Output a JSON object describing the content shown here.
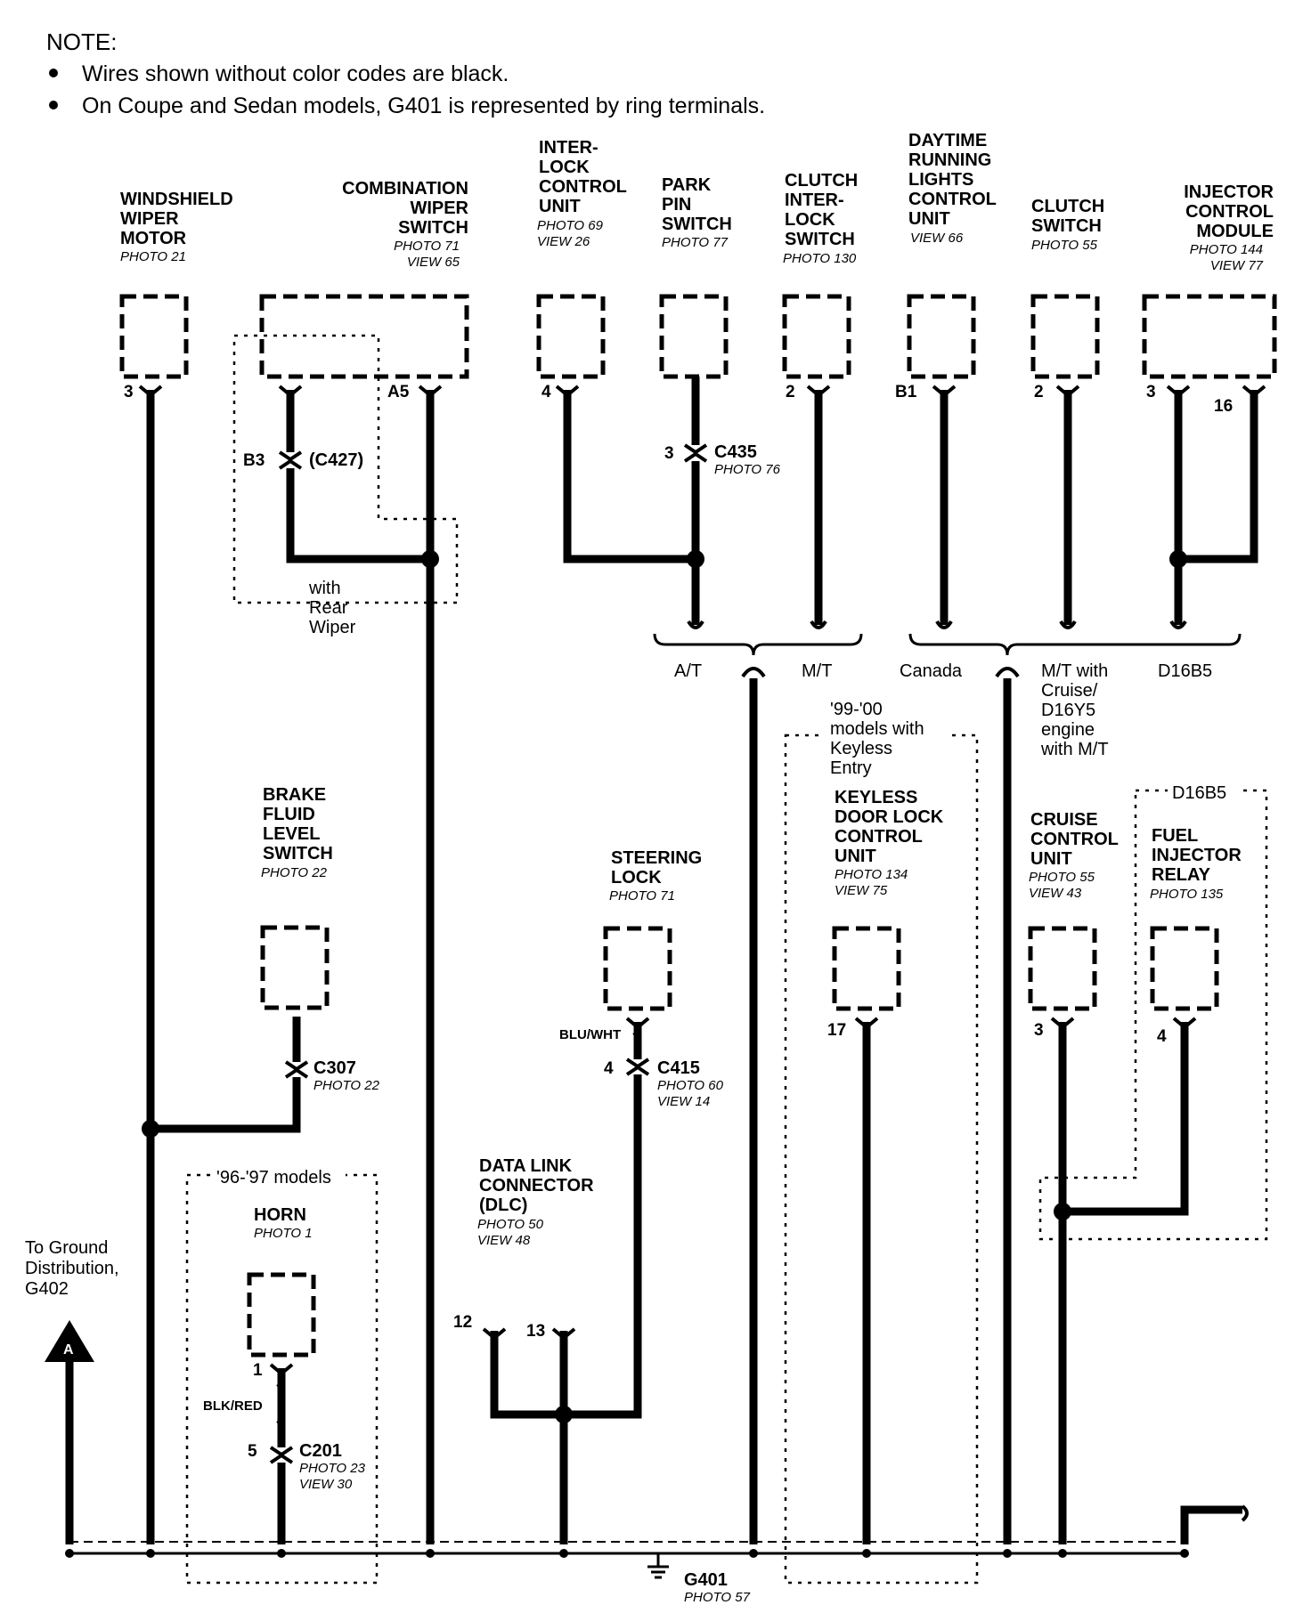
{
  "notes": {
    "heading": "NOTE:",
    "items": [
      "Wires shown without color codes are black.",
      "On Coupe and Sedan models, G401 is represented by ring terminals."
    ]
  },
  "components": {
    "wiper_motor": {
      "lines": [
        "WINDSHIELD",
        "WIPER",
        "MOTOR"
      ],
      "photo": "PHOTO 21",
      "pin": "3"
    },
    "combo_switch": {
      "lines": [
        "COMBINATION",
        "WIPER",
        "SWITCH"
      ],
      "photo": "PHOTO 71",
      "view": "VIEW 65",
      "pin_a5": "A5"
    },
    "interlock_unit": {
      "lines": [
        "INTER-",
        "LOCK",
        "CONTROL",
        "UNIT"
      ],
      "photo": "PHOTO 69",
      "view": "VIEW 26",
      "pin": "4"
    },
    "park_pin": {
      "lines": [
        "PARK",
        "PIN",
        "SWITCH"
      ],
      "photo": "PHOTO 77"
    },
    "clutch_interlock": {
      "lines": [
        "CLUTCH",
        "INTER-",
        "LOCK",
        "SWITCH"
      ],
      "photo": "PHOTO 130",
      "pin": "2"
    },
    "drl_unit": {
      "lines": [
        "DAYTIME",
        "RUNNING",
        "LIGHTS",
        "CONTROL",
        "UNIT"
      ],
      "view": "VIEW 66",
      "pin": "B1"
    },
    "clutch_switch": {
      "lines": [
        "CLUTCH",
        "SWITCH"
      ],
      "photo": "PHOTO 55",
      "pin": "2"
    },
    "injector_module": {
      "lines": [
        "INJECTOR",
        "CONTROL",
        "MODULE"
      ],
      "photo": "PHOTO 144",
      "view": "VIEW 77",
      "pin_a": "3",
      "pin_b": "16"
    },
    "brake_fluid": {
      "lines": [
        "BRAKE",
        "FLUID",
        "LEVEL",
        "SWITCH"
      ],
      "photo": "PHOTO 22"
    },
    "steering_lock": {
      "lines": [
        "STEERING",
        "LOCK"
      ],
      "photo": "PHOTO 71"
    },
    "keyless": {
      "lines": [
        "KEYLESS",
        "DOOR LOCK",
        "CONTROL",
        "UNIT"
      ],
      "photo": "PHOTO 134",
      "view": "VIEW 75",
      "pin": "17"
    },
    "cruise": {
      "lines": [
        "CRUISE",
        "CONTROL",
        "UNIT"
      ],
      "photo": "PHOTO 55",
      "view": "VIEW 43",
      "pin": "3"
    },
    "fuel_relay": {
      "lines": [
        "FUEL",
        "INJECTOR",
        "RELAY"
      ],
      "photo": "PHOTO 135",
      "pin": "4"
    },
    "horn": {
      "title": "HORN",
      "photo": "PHOTO 1",
      "pin": "1"
    },
    "dlc": {
      "lines": [
        "DATA LINK",
        "CONNECTOR",
        "(DLC)"
      ],
      "photo": "PHOTO 50",
      "view": "VIEW 48",
      "pin_a": "12",
      "pin_b": "13"
    }
  },
  "connectors": {
    "c427": {
      "pin": "B3",
      "name": "(C427)"
    },
    "c435": {
      "pin": "3",
      "name": "C435",
      "photo": "PHOTO 76"
    },
    "c307": {
      "name": "C307",
      "photo": "PHOTO 22"
    },
    "c415": {
      "pin": "4",
      "name": "C415",
      "photo": "PHOTO 60",
      "view": "VIEW 14"
    },
    "c201": {
      "pin": "5",
      "name": "C201",
      "photo": "PHOTO 23",
      "view": "VIEW 30"
    }
  },
  "wire_colors": {
    "steering": "BLU/WHT",
    "horn": "BLK/RED"
  },
  "conditions": {
    "rear_wiper": [
      "with",
      "Rear",
      "Wiper"
    ],
    "at": "A/T",
    "mt": "M/T",
    "canada": "Canada",
    "mt_cruise": [
      "M/T with",
      "Cruise/",
      "D16Y5",
      "engine",
      "with M/T"
    ],
    "d16b5": "D16B5",
    "keyless_models": [
      "'99-'00",
      "models with",
      "Keyless",
      "Entry"
    ],
    "relay_group": "D16B5",
    "horn_models": "'96-'97 models"
  },
  "ground": {
    "name": "G401",
    "photo": "PHOTO 57"
  },
  "ground_ref": {
    "lines": [
      "To Ground",
      "Distribution,",
      "G402"
    ],
    "marker": "A"
  }
}
